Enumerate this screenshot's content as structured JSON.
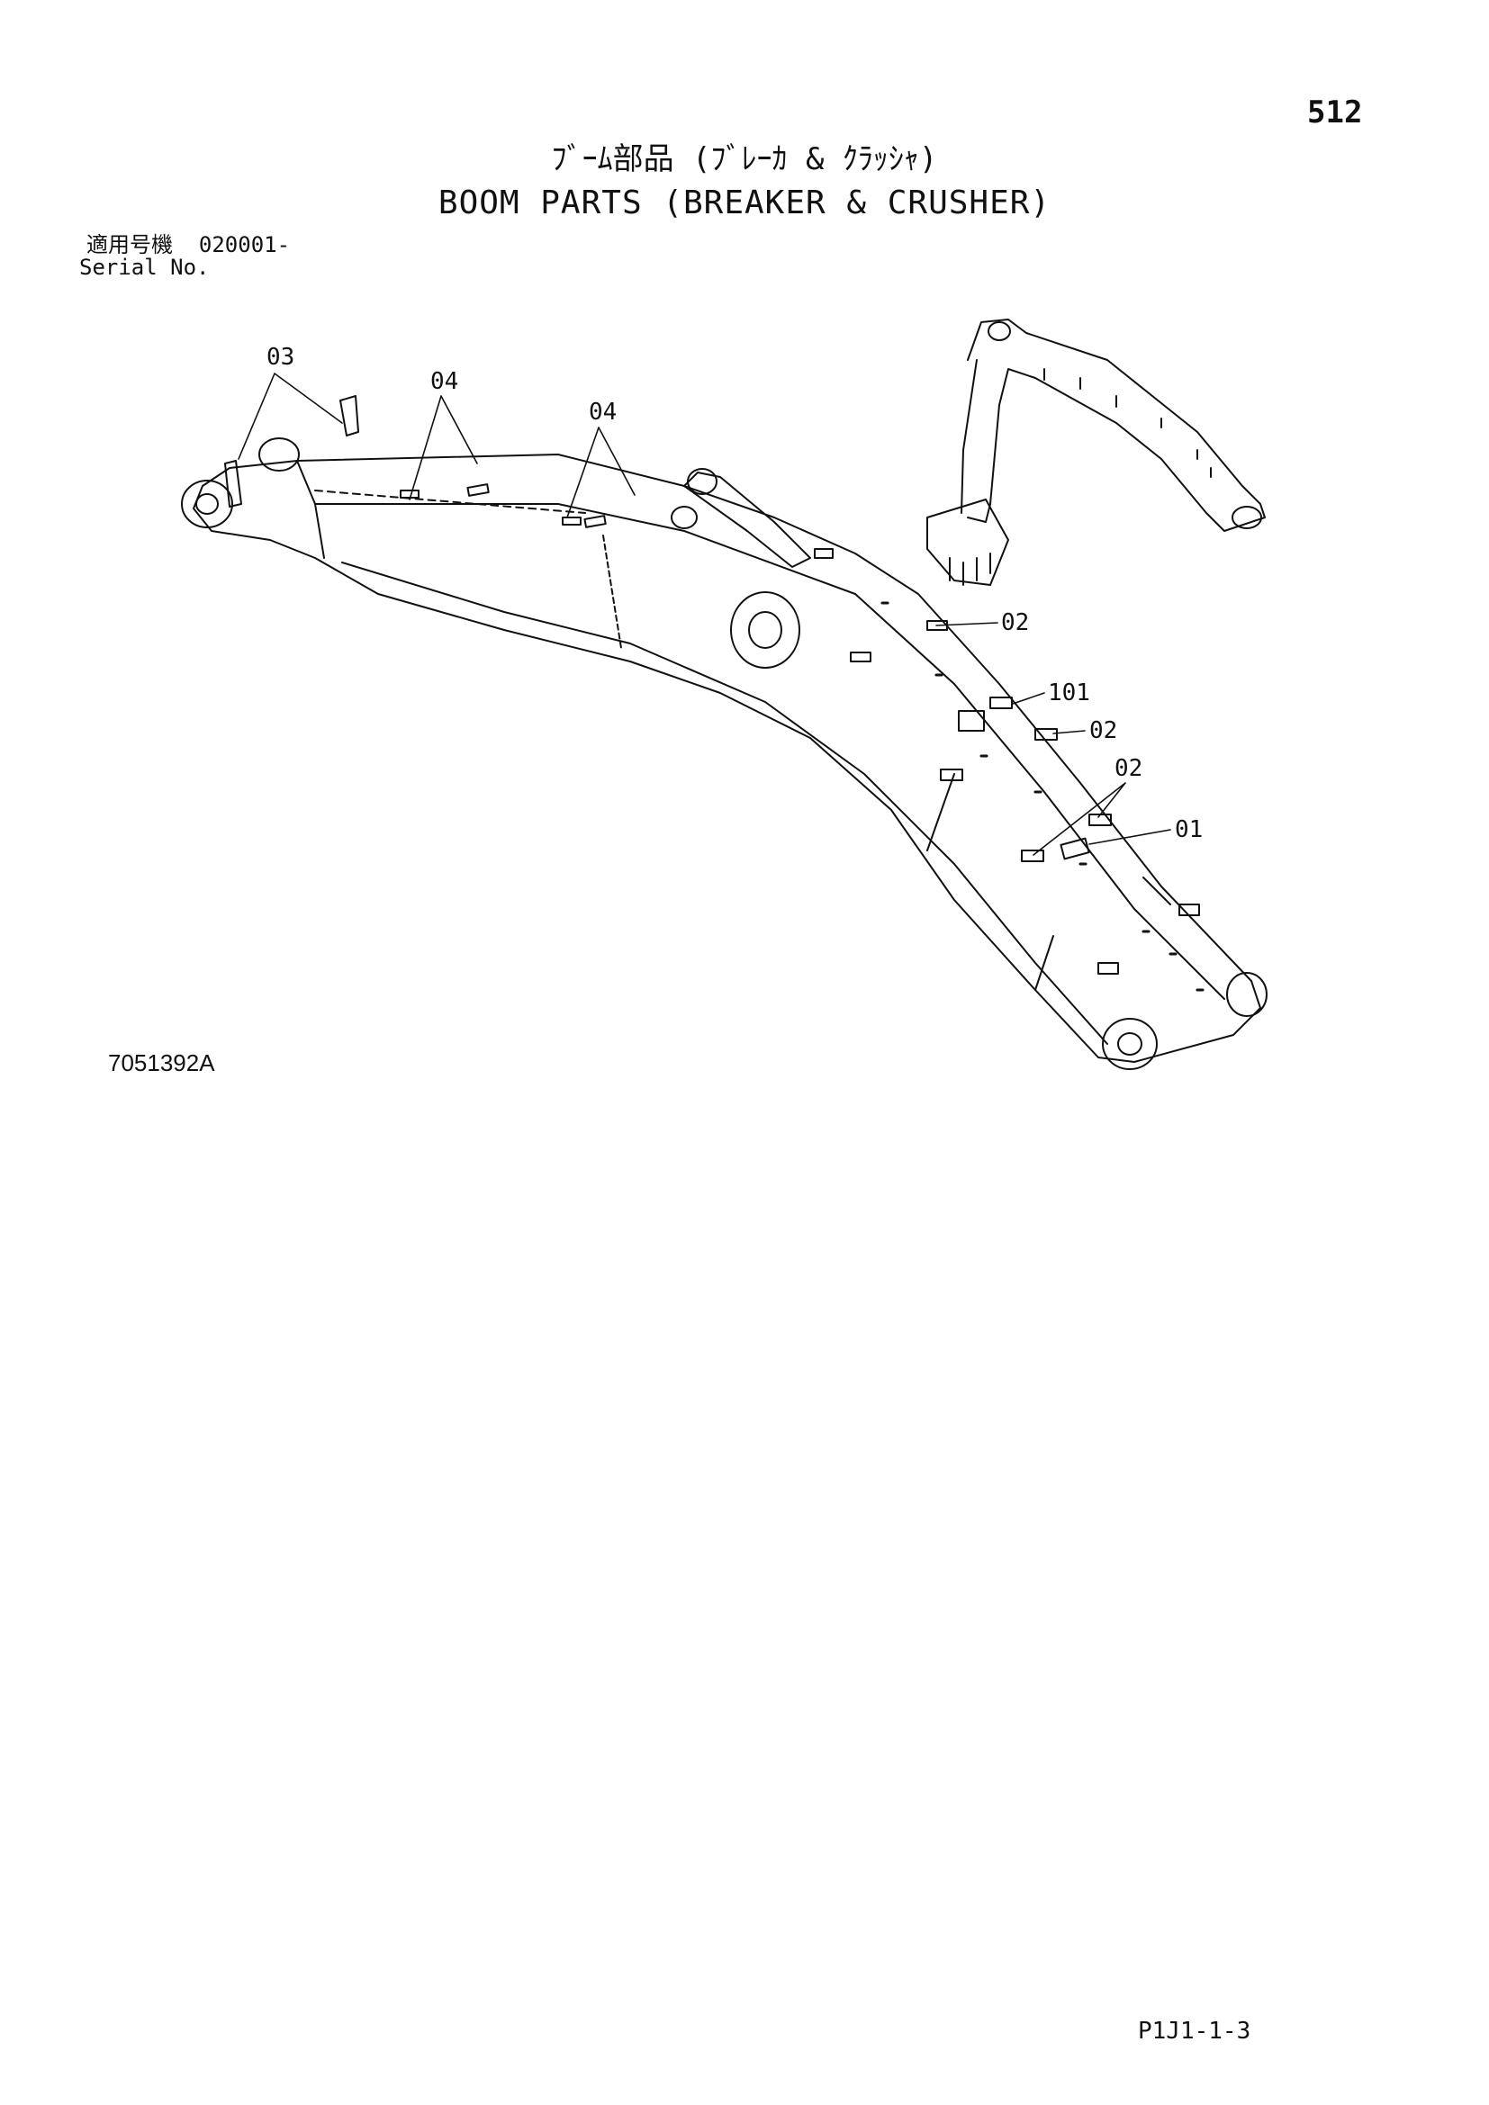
{
  "page_number": "512",
  "title_jp": "ﾌﾞｰﾑ部品 (ﾌﾞﾚｰｶ & ｸﾗｯｼｬ)",
  "title_en": "BOOM PARTS (BREAKER & CRUSHER)",
  "serial_label_jp": "適用号機",
  "serial_value": "020001-",
  "serial_label_en": "Serial No.",
  "drawing_id": "7051392A",
  "footer_code": "P1J1-1-3",
  "callouts": {
    "c03": "03",
    "c04a": "04",
    "c04b": "04",
    "c02a": "02",
    "c101": "101",
    "c02b": "02",
    "c02c": "02",
    "c01": "01"
  }
}
